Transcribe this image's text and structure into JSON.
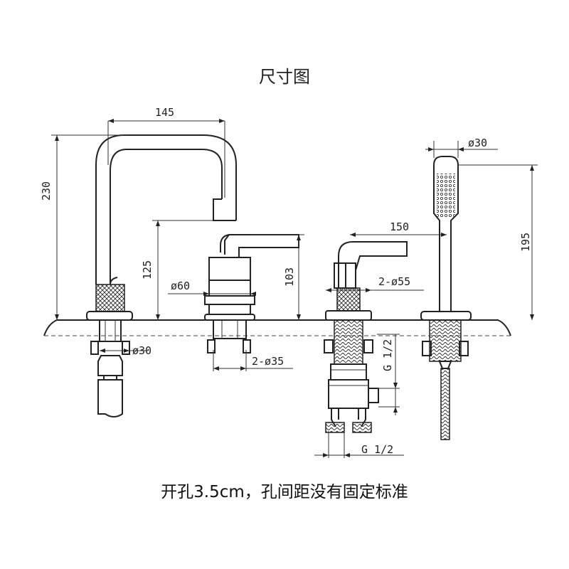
{
  "title": "尺寸图",
  "footer": "开孔3.5cm，孔间距没有固定标准",
  "dimensions": {
    "spout_reach": "145",
    "overall_height": "230",
    "spout_height": "125",
    "hand_spray_diameter": "ø30",
    "hand_spray_height": "195",
    "spacing": "150",
    "handle_height": "103",
    "base_diameter": "ø60",
    "handle_base_diameter": "2-ø55",
    "spout_shank_diameter": "ø30",
    "handle_shank_diameter": "2-ø35",
    "vertical_thread": "G 1/2",
    "bottom_thread": "G 1/2"
  }
}
